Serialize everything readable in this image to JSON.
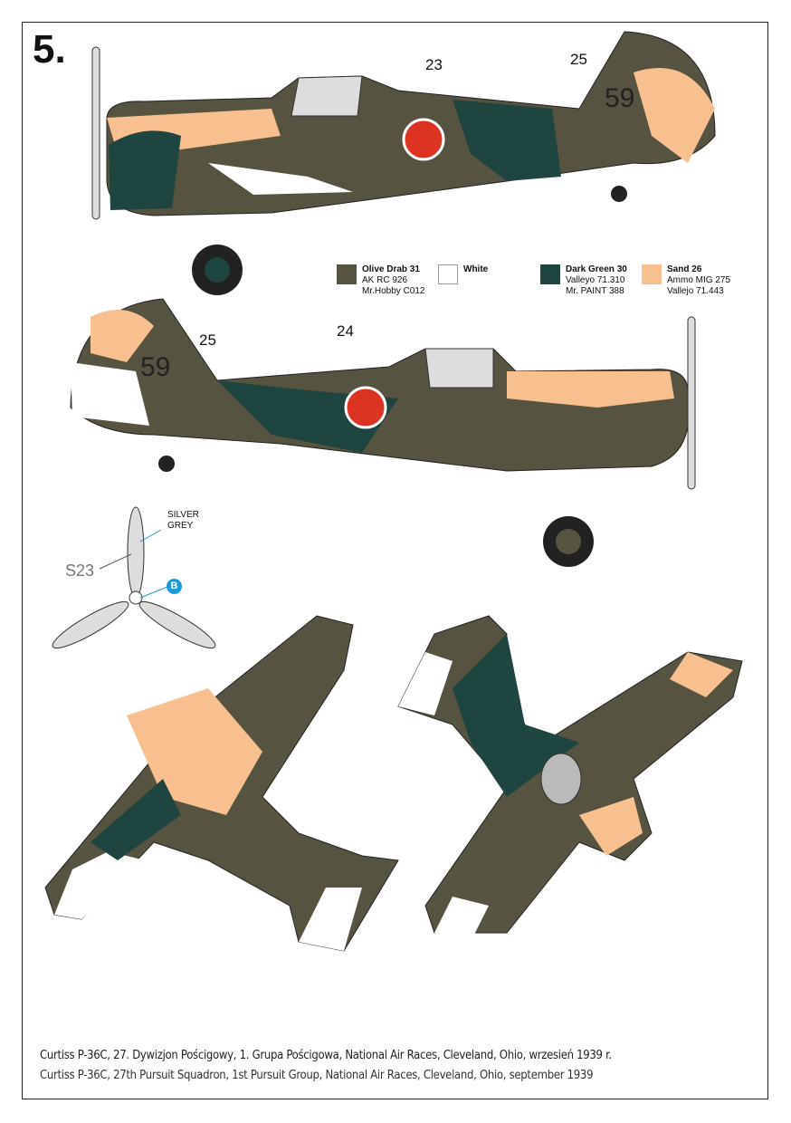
{
  "step_number": "5.",
  "callouts": {
    "decal_23": "23",
    "decal_25_top": "25",
    "decal_25_bottom": "25",
    "decal_24": "24",
    "tail_code": "59"
  },
  "propeller": {
    "color_label_line1": "SILVER",
    "color_label_line2": "GREY",
    "part": "S23",
    "badge": "B"
  },
  "legend": [
    {
      "name": "Olive Drab 31",
      "codes": [
        "AK RC 926",
        "Mr.Hobby C012"
      ],
      "color": "#565340"
    },
    {
      "name": "White",
      "codes": [],
      "color": "#ffffff"
    },
    {
      "name": "Dark Green 30",
      "codes": [
        "Valleyo 71.310",
        "Mr. PAINT 388"
      ],
      "color": "#1f4540"
    },
    {
      "name": "Sand 26",
      "codes": [
        "Ammo MIG 275",
        "Vallejo 71.443"
      ],
      "color": "#f8c08e"
    }
  ],
  "captions": {
    "polish": "Curtiss P-36C, 27. Dywizjon Pościgowy, 1. Grupa Pościgowa, National Air Races, Cleveland, Ohio, wrzesień 1939 r.",
    "english": "Curtiss P-36C, 27th Pursuit Squadron, 1st Pursuit Group, National Air Races, Cleveland, Ohio, september 1939"
  }
}
